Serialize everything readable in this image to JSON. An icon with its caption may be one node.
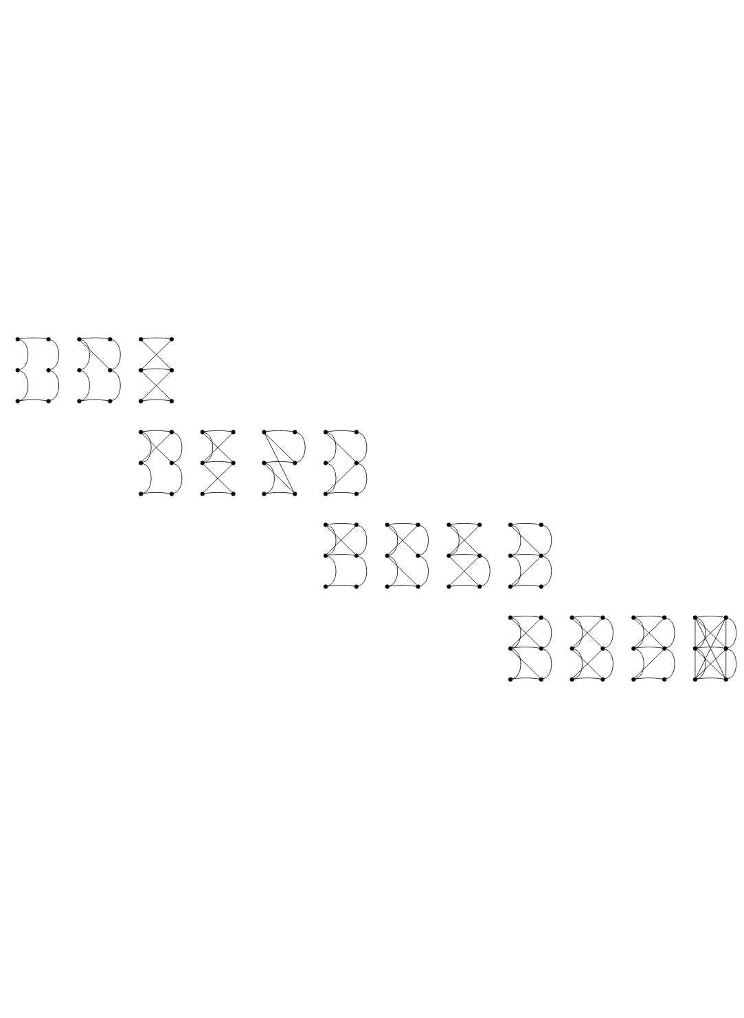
{
  "diagram": {
    "nodes": [
      {
        "text": [],
        "shape": "circle"
      },
      {
        "text": [],
        "shape": "circle"
      },
      {
        "text": [],
        "shape": "circle"
      },
      {
        "text": [],
        "shape": "circle"
      },
      {
        "text": [],
        "shape": "circle"
      },
      {
        "text": [],
        "shape": "circle"
      },
      {
        "text": [],
        "shape": "circle"
      },
      {
        "text": [],
        "shape": "circle"
      },
      {
        "text": [],
        "shape": "circle"
      },
      {
        "text": [],
        "shape": "circle"
      },
      {
        "text": [],
        "shape": "circle"
      },
      {
        "text": [],
        "shape": "circle"
      },
      {
        "text": [],
        "shape": "circle"
      },
      {
        "text": [],
        "shape": "circle"
      },
      {
        "text": [],
        "shape": "circle"
      },
      {
        "text": [],
        "shape": "circle"
      },
      {
        "text": [],
        "shape": "circle"
      },
      {
        "text": [],
        "shape": "circle"
      },
      {
        "text": [],
        "shape": "circle"
      },
      {
        "text": [],
        "shape": "circle"
      },
      {
        "text": [],
        "shape": "circle"
      },
      {
        "text": [],
        "shape": "circle"
      },
      {
        "text": [],
        "shape": "circle"
      },
      {
        "text": [],
        "shape": "circle"
      },
      {
        "text": [],
        "shape": "circle"
      },
      {
        "text": [],
        "shape": "circle"
      },
      {
        "text": [],
        "shape": "circle"
      },
      {
        "text": [],
        "shape": "circle"
      },
      {
        "text": [],
        "shape": "circle"
      },
      {
        "text": [],
        "shape": "circle"
      },
      {
        "text": [],
        "shape": "circle"
      },
      {
        "text": [],
        "shape": "circle"
      },
      {
        "text": [],
        "shape": "circle"
      },
      {
        "text": [],
        "shape": "circle"
      },
      {
        "text": [],
        "shape": "circle"
      },
      {
        "text": [],
        "shape": "circle"
      },
      {
        "text": [],
        "shape": "circle"
      },
      {
        "text": [],
        "shape": "circle"
      },
      {
        "text": [],
        "shape": "circle"
      },
      {
        "text": [],
        "shape": "circle"
      },
      {
        "text": [],
        "shape": "circle"
      },
      {
        "text": [],
        "shape": "circle"
      },
      {
        "text": [],
        "shape": "circle"
      },
      {
        "text": [],
        "shape": "circle"
      },
      {
        "text": [],
        "shape": "circle"
      },
      {
        "text": [],
        "shape": "circle"
      },
      {
        "text": [],
        "shape": "circle"
      },
      {
        "text": [],
        "shape": "circle"
      },
      {
        "text": [],
        "shape": "circle"
      },
      {
        "text": [],
        "shape": "circle"
      },
      {
        "text": [],
        "shape": "circle"
      },
      {
        "text": [],
        "shape": "circle"
      },
      {
        "text": [],
        "shape": "circle"
      },
      {
        "text": [],
        "shape": "circle"
      },
      {
        "text": [],
        "shape": "circle"
      },
      {
        "text": [],
        "shape": "circle"
      },
      {
        "text": [],
        "shape": "circle"
      },
      {
        "text": [],
        "shape": "circle"
      },
      {
        "text": [],
        "shape": "circle"
      },
      {
        "text": [],
        "shape": "circle"
      },
      {
        "text": [],
        "shape": "circle"
      },
      {
        "text": [],
        "shape": "circle"
      },
      {
        "text": [],
        "shape": "circle"
      },
      {
        "text": [],
        "shape": "circle"
      },
      {
        "text": [],
        "shape": "circle"
      },
      {
        "text": [],
        "shape": "circle"
      },
      {
        "text": [],
        "shape": "circle"
      },
      {
        "text": [],
        "shape": "circle"
      },
      {
        "text": [],
        "shape": "circle"
      },
      {
        "text": [],
        "shape": "circle"
      },
      {
        "text": [],
        "shape": "circle"
      },
      {
        "text": [],
        "shape": "circle"
      },
      {
        "text": [],
        "shape": "circle"
      },
      {
        "text": [],
        "shape": "circle"
      },
      {
        "text": [],
        "shape": "circle"
      },
      {
        "text": [],
        "shape": "circle"
      },
      {
        "text": [],
        "shape": "circle"
      },
      {
        "text": [],
        "shape": "circle"
      },
      {
        "text": [],
        "shape": "circle"
      },
      {
        "text": [],
        "shape": "circle"
      },
      {
        "text": [],
        "shape": "circle"
      },
      {
        "text": [],
        "shape": "circle"
      },
      {
        "text": [],
        "shape": "circle"
      },
      {
        "text": [],
        "shape": "circle"
      },
      {
        "text": [],
        "shape": "circle"
      },
      {
        "text": [],
        "shape": "circle"
      },
      {
        "text": [],
        "shape": "circle"
      },
      {
        "text": [],
        "shape": "circle"
      },
      {
        "text": [],
        "shape": "circle"
      },
      {
        "text": [],
        "shape": "circle"
      }
    ],
    "edges": [
      {
        "from": 0,
        "to": 1,
        "arrow": "none"
      },
      {
        "from": 0,
        "to": 2,
        "arrow": "none"
      },
      {
        "from": 2,
        "to": 4,
        "arrow": "none"
      },
      {
        "from": 1,
        "to": 3,
        "arrow": "none"
      },
      {
        "from": 3,
        "to": 5,
        "arrow": "none"
      },
      {
        "from": 4,
        "to": 5,
        "arrow": "none"
      },
      {
        "from": 6,
        "to": 7,
        "arrow": "none"
      },
      {
        "from": 6,
        "to": 9,
        "arrow": "none"
      },
      {
        "from": 7,
        "to": 9,
        "arrow": "none"
      },
      {
        "from": 6,
        "to": 8,
        "arrow": "none"
      },
      {
        "from": 8,
        "to": 10,
        "arrow": "none"
      },
      {
        "from": 9,
        "to": 11,
        "arrow": "none"
      },
      {
        "from": 10,
        "to": 11,
        "arrow": "none"
      },
      {
        "from": 12,
        "to": 13,
        "arrow": "none"
      },
      {
        "from": 12,
        "to": 15,
        "arrow": "none"
      },
      {
        "from": 13,
        "to": 14,
        "arrow": "none"
      },
      {
        "from": 14,
        "to": 15,
        "arrow": "none"
      },
      {
        "from": 14,
        "to": 17,
        "arrow": "none"
      },
      {
        "from": 15,
        "to": 16,
        "arrow": "none"
      },
      {
        "from": 16,
        "to": 17,
        "arrow": "none"
      },
      {
        "from": 18,
        "to": 19,
        "arrow": "none"
      },
      {
        "from": 18,
        "to": 21,
        "arrow": "none"
      },
      {
        "from": 19,
        "to": 20,
        "arrow": "none"
      },
      {
        "from": 18,
        "to": 20,
        "arrow": "none"
      },
      {
        "from": 20,
        "to": 22,
        "arrow": "none"
      },
      {
        "from": 19,
        "to": 21,
        "arrow": "none"
      },
      {
        "from": 21,
        "to": 23,
        "arrow": "none"
      },
      {
        "from": 22,
        "to": 23,
        "arrow": "none"
      },
      {
        "from": 24,
        "to": 25,
        "arrow": "none"
      },
      {
        "from": 24,
        "to": 26,
        "arrow": "none"
      },
      {
        "from": 24,
        "to": 27,
        "arrow": "none"
      },
      {
        "from": 25,
        "to": 26,
        "arrow": "none"
      },
      {
        "from": 26,
        "to": 27,
        "arrow": "none"
      },
      {
        "from": 26,
        "to": 29,
        "arrow": "none"
      },
      {
        "from": 27,
        "to": 28,
        "arrow": "none"
      },
      {
        "from": 28,
        "to": 29,
        "arrow": "none"
      },
      {
        "from": 30,
        "to": 31,
        "arrow": "none"
      },
      {
        "from": 31,
        "to": 33,
        "arrow": "none"
      },
      {
        "from": 30,
        "to": 33,
        "arrow": "none"
      },
      {
        "from": 30,
        "to": 35,
        "arrow": "none"
      },
      {
        "from": 32,
        "to": 33,
        "arrow": "none"
      },
      {
        "from": 32,
        "to": 34,
        "arrow": "none"
      },
      {
        "from": 32,
        "to": 35,
        "arrow": "none"
      },
      {
        "from": 34,
        "to": 35,
        "arrow": "none"
      },
      {
        "from": 36,
        "to": 37,
        "arrow": "none"
      },
      {
        "from": 36,
        "to": 39,
        "arrow": "none"
      },
      {
        "from": 37,
        "to": 39,
        "arrow": "none"
      },
      {
        "from": 39,
        "to": 41,
        "arrow": "none"
      },
      {
        "from": 39,
        "to": 40,
        "arrow": "none"
      },
      {
        "from": 36,
        "to": 38,
        "arrow": "none"
      },
      {
        "from": 38,
        "to": 40,
        "arrow": "none"
      },
      {
        "from": 40,
        "to": 41,
        "arrow": "none"
      },
      {
        "from": 42,
        "to": 43,
        "arrow": "none"
      },
      {
        "from": 42,
        "to": 45,
        "arrow": "none"
      },
      {
        "from": 43,
        "to": 44,
        "arrow": "none"
      },
      {
        "from": 44,
        "to": 45,
        "arrow": "none"
      },
      {
        "from": 42,
        "to": 44,
        "arrow": "none"
      },
      {
        "from": 44,
        "to": 46,
        "arrow": "none"
      },
      {
        "from": 43,
        "to": 45,
        "arrow": "none"
      },
      {
        "from": 45,
        "to": 47,
        "arrow": "none"
      },
      {
        "from": 46,
        "to": 47,
        "arrow": "none"
      },
      {
        "from": 48,
        "to": 49,
        "arrow": "none"
      },
      {
        "from": 48,
        "to": 51,
        "arrow": "none"
      },
      {
        "from": 49,
        "to": 50,
        "arrow": "none"
      },
      {
        "from": 48,
        "to": 50,
        "arrow": "none"
      },
      {
        "from": 50,
        "to": 52,
        "arrow": "none"
      },
      {
        "from": 49,
        "to": 51,
        "arrow": "none"
      },
      {
        "from": 51,
        "to": 53,
        "arrow": "none"
      },
      {
        "from": 50,
        "to": 53,
        "arrow": "none"
      },
      {
        "from": 52,
        "to": 53,
        "arrow": "none"
      },
      {
        "from": 54,
        "to": 55,
        "arrow": "none"
      },
      {
        "from": 54,
        "to": 56,
        "arrow": "none"
      },
      {
        "from": 54,
        "to": 57,
        "arrow": "none"
      },
      {
        "from": 55,
        "to": 56,
        "arrow": "none"
      },
      {
        "from": 56,
        "to": 57,
        "arrow": "none"
      },
      {
        "from": 56,
        "to": 59,
        "arrow": "none"
      },
      {
        "from": 57,
        "to": 58,
        "arrow": "none"
      },
      {
        "from": 57,
        "to": 59,
        "arrow": "none"
      },
      {
        "from": 58,
        "to": 59,
        "arrow": "none"
      },
      {
        "from": 60,
        "to": 61,
        "arrow": "none"
      },
      {
        "from": 60,
        "to": 63,
        "arrow": "none"
      },
      {
        "from": 61,
        "to": 63,
        "arrow": "none"
      },
      {
        "from": 63,
        "to": 65,
        "arrow": "none"
      },
      {
        "from": 62,
        "to": 63,
        "arrow": "none"
      },
      {
        "from": 60,
        "to": 62,
        "arrow": "none"
      },
      {
        "from": 62,
        "to": 64,
        "arrow": "none"
      },
      {
        "from": 63,
        "to": 64,
        "arrow": "none"
      },
      {
        "from": 64,
        "to": 65,
        "arrow": "none"
      },
      {
        "from": 66,
        "to": 67,
        "arrow": "none"
      },
      {
        "from": 66,
        "to": 69,
        "arrow": "none"
      },
      {
        "from": 67,
        "to": 68,
        "arrow": "none"
      },
      {
        "from": 68,
        "to": 69,
        "arrow": "none"
      },
      {
        "from": 66,
        "to": 68,
        "arrow": "none"
      },
      {
        "from": 68,
        "to": 70,
        "arrow": "none"
      },
      {
        "from": 67,
        "to": 69,
        "arrow": "none"
      },
      {
        "from": 69,
        "to": 71,
        "arrow": "none"
      },
      {
        "from": 68,
        "to": 71,
        "arrow": "none"
      },
      {
        "from": 70,
        "to": 71,
        "arrow": "none"
      },
      {
        "from": 72,
        "to": 73,
        "arrow": "none"
      },
      {
        "from": 72,
        "to": 75,
        "arrow": "none"
      },
      {
        "from": 73,
        "to": 74,
        "arrow": "none"
      },
      {
        "from": 72,
        "to": 74,
        "arrow": "none"
      },
      {
        "from": 74,
        "to": 76,
        "arrow": "none"
      },
      {
        "from": 73,
        "to": 75,
        "arrow": "none"
      },
      {
        "from": 75,
        "to": 77,
        "arrow": "none"
      },
      {
        "from": 74,
        "to": 77,
        "arrow": "none"
      },
      {
        "from": 75,
        "to": 76,
        "arrow": "none"
      },
      {
        "from": 76,
        "to": 77,
        "arrow": "none"
      },
      {
        "from": 78,
        "to": 79,
        "arrow": "none"
      },
      {
        "from": 78,
        "to": 81,
        "arrow": "none"
      },
      {
        "from": 79,
        "to": 80,
        "arrow": "none"
      },
      {
        "from": 80,
        "to": 81,
        "arrow": "none"
      },
      {
        "from": 78,
        "to": 80,
        "arrow": "none"
      },
      {
        "from": 80,
        "to": 82,
        "arrow": "none"
      },
      {
        "from": 79,
        "to": 81,
        "arrow": "none"
      },
      {
        "from": 81,
        "to": 83,
        "arrow": "none"
      },
      {
        "from": 81,
        "to": 82,
        "arrow": "none"
      },
      {
        "from": 82,
        "to": 83,
        "arrow": "none"
      },
      {
        "from": 84,
        "to": 85,
        "arrow": "none"
      },
      {
        "from": 84,
        "to": 86,
        "arrow": "none"
      },
      {
        "from": 85,
        "to": 87,
        "arrow": "none"
      },
      {
        "from": 86,
        "to": 88,
        "arrow": "none"
      },
      {
        "from": 87,
        "to": 89,
        "arrow": "none"
      },
      {
        "from": 88,
        "to": 89,
        "arrow": "none"
      },
      {
        "from": 84,
        "to": 88,
        "arrow": "none"
      },
      {
        "from": 85,
        "to": 89,
        "arrow": "none"
      },
      {
        "from": 86,
        "to": 87,
        "arrow": "none"
      },
      {
        "from": 84,
        "to": 87,
        "arrow": "none"
      },
      {
        "from": 84,
        "to": 89,
        "arrow": "none"
      },
      {
        "from": 85,
        "to": 86,
        "arrow": "none"
      },
      {
        "from": 85,
        "to": 88,
        "arrow": "none"
      },
      {
        "from": 86,
        "to": 89,
        "arrow": "none"
      },
      {
        "from": 87,
        "to": 88,
        "arrow": "none"
      }
    ]
  }
}
